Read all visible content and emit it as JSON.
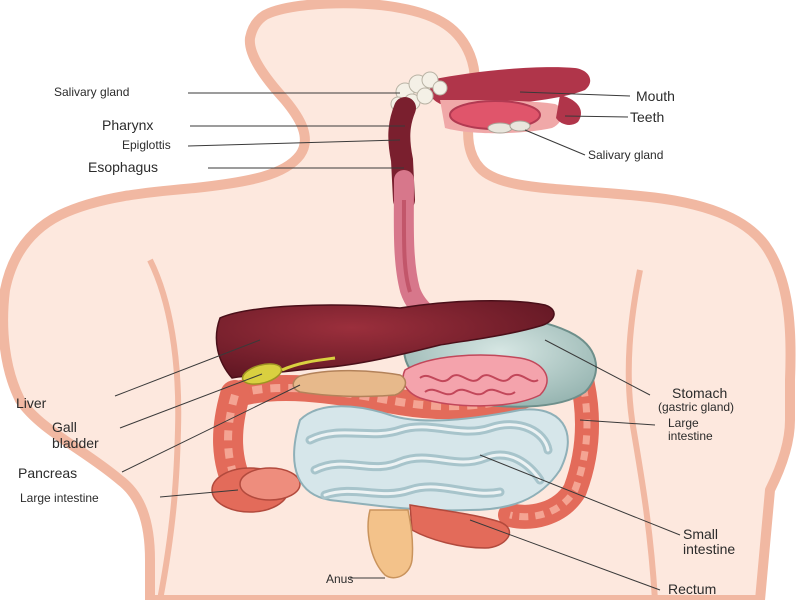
{
  "labels": {
    "salivary_gland_left": "Salivary gland",
    "pharynx": "Pharynx",
    "epiglottis": "Epiglottis",
    "esophagus": "Esophagus",
    "mouth": "Mouth",
    "teeth": "Teeth",
    "salivary_gland_right": "Salivary gland",
    "liver": "Liver",
    "gall_bladder_1": "Gall",
    "gall_bladder_2": "bladder",
    "pancreas": "Pancreas",
    "large_intestine_left": "Large intestine",
    "stomach": "Stomach",
    "gastric_gland": "(gastric gland)",
    "large_intestine_right_1": "Large",
    "large_intestine_right_2": "intestine",
    "small_intestine_1": "Small",
    "small_intestine_2": "intestine",
    "anus": "Anus",
    "rectum": "Rectum"
  },
  "colors": {
    "body_fill": "#fde8de",
    "body_outline": "#f0b9a4",
    "liver": "#7a1f2b",
    "stomach": "#a9c3c1",
    "large_intestine": "#e9786a",
    "small_intestine": "#cfe0e4",
    "esophagus": "#9a2a3c",
    "pancreas": "#e7b98b",
    "gall_bladder": "#d9d040"
  }
}
